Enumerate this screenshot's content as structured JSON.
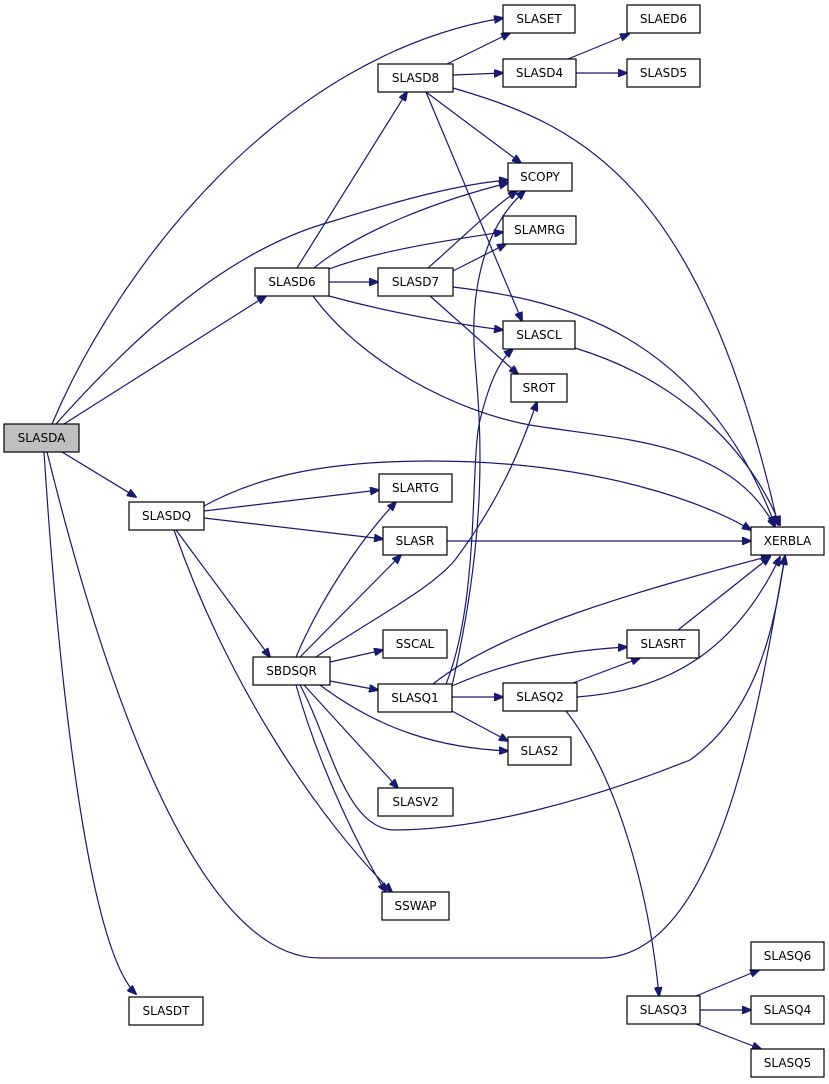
{
  "nodes": [
    {
      "id": "SLASDA",
      "label": "SLASDA",
      "root": true
    },
    {
      "id": "SLASET",
      "label": "SLASET"
    },
    {
      "id": "SLAED6",
      "label": "SLAED6"
    },
    {
      "id": "SLASD8",
      "label": "SLASD8"
    },
    {
      "id": "SLASD4",
      "label": "SLASD4"
    },
    {
      "id": "SLASD5",
      "label": "SLASD5"
    },
    {
      "id": "SCOPY",
      "label": "SCOPY"
    },
    {
      "id": "SLAMRG",
      "label": "SLAMRG"
    },
    {
      "id": "SLASD6",
      "label": "SLASD6"
    },
    {
      "id": "SLASD7",
      "label": "SLASD7"
    },
    {
      "id": "SLASCL",
      "label": "SLASCL"
    },
    {
      "id": "SROT",
      "label": "SROT"
    },
    {
      "id": "SLARTG",
      "label": "SLARTG"
    },
    {
      "id": "SLASDQ",
      "label": "SLASDQ"
    },
    {
      "id": "XERBLA",
      "label": "XERBLA"
    },
    {
      "id": "SLASR",
      "label": "SLASR"
    },
    {
      "id": "SSCAL",
      "label": "SSCAL"
    },
    {
      "id": "SLASRT",
      "label": "SLASRT"
    },
    {
      "id": "SBDSQR",
      "label": "SBDSQR"
    },
    {
      "id": "SLASQ1",
      "label": "SLASQ1"
    },
    {
      "id": "SLASQ2",
      "label": "SLASQ2"
    },
    {
      "id": "SLAS2",
      "label": "SLAS2"
    },
    {
      "id": "SLASV2",
      "label": "SLASV2"
    },
    {
      "id": "SSWAP",
      "label": "SSWAP"
    },
    {
      "id": "SLASQ6",
      "label": "SLASQ6"
    },
    {
      "id": "SLASDT",
      "label": "SLASDT"
    },
    {
      "id": "SLASQ3",
      "label": "SLASQ3"
    },
    {
      "id": "SLASQ4",
      "label": "SLASQ4"
    },
    {
      "id": "SLASQ5",
      "label": "SLASQ5"
    }
  ],
  "edges": [
    {
      "from": "SLASDA",
      "to": "SLASET"
    },
    {
      "from": "SLASDA",
      "to": "SCOPY"
    },
    {
      "from": "SLASDA",
      "to": "SLASD6"
    },
    {
      "from": "SLASDA",
      "to": "SLASDQ"
    },
    {
      "from": "SLASDA",
      "to": "XERBLA"
    },
    {
      "from": "SLASDA",
      "to": "SLASDT"
    },
    {
      "from": "SLASD8",
      "to": "SLASET"
    },
    {
      "from": "SLASD8",
      "to": "SLASD4"
    },
    {
      "from": "SLASD8",
      "to": "SCOPY"
    },
    {
      "from": "SLASD8",
      "to": "SLASCL"
    },
    {
      "from": "SLASD8",
      "to": "XERBLA"
    },
    {
      "from": "SLASD4",
      "to": "SLAED6"
    },
    {
      "from": "SLASD4",
      "to": "SLASD5"
    },
    {
      "from": "SLASD6",
      "to": "SLASD8"
    },
    {
      "from": "SLASD6",
      "to": "SCOPY"
    },
    {
      "from": "SLASD6",
      "to": "SLAMRG"
    },
    {
      "from": "SLASD6",
      "to": "SLASD7"
    },
    {
      "from": "SLASD6",
      "to": "SLASCL"
    },
    {
      "from": "SLASD6",
      "to": "XERBLA"
    },
    {
      "from": "SLASD7",
      "to": "SCOPY"
    },
    {
      "from": "SLASD7",
      "to": "SLAMRG"
    },
    {
      "from": "SLASD7",
      "to": "SROT"
    },
    {
      "from": "SLASD7",
      "to": "XERBLA"
    },
    {
      "from": "SLASCL",
      "to": "XERBLA"
    },
    {
      "from": "SLASDQ",
      "to": "XERBLA"
    },
    {
      "from": "SLASDQ",
      "to": "SLARTG"
    },
    {
      "from": "SLASDQ",
      "to": "SLASR"
    },
    {
      "from": "SLASDQ",
      "to": "SBDSQR"
    },
    {
      "from": "SLASDQ",
      "to": "SSWAP"
    },
    {
      "from": "SLASR",
      "to": "XERBLA"
    },
    {
      "from": "SBDSQR",
      "to": "SLARTG"
    },
    {
      "from": "SBDSQR",
      "to": "SLASR"
    },
    {
      "from": "SBDSQR",
      "to": "SROT"
    },
    {
      "from": "SBDSQR",
      "to": "SSCAL"
    },
    {
      "from": "SBDSQR",
      "to": "SLASQ1"
    },
    {
      "from": "SBDSQR",
      "to": "SLAS2"
    },
    {
      "from": "SBDSQR",
      "to": "SLASV2"
    },
    {
      "from": "SBDSQR",
      "to": "SSWAP"
    },
    {
      "from": "SBDSQR",
      "to": "XERBLA"
    },
    {
      "from": "SLASQ1",
      "to": "SCOPY"
    },
    {
      "from": "SLASQ1",
      "to": "SLASCL"
    },
    {
      "from": "SLASQ1",
      "to": "SLASRT"
    },
    {
      "from": "SLASQ1",
      "to": "XERBLA"
    },
    {
      "from": "SLASQ1",
      "to": "SLASQ2"
    },
    {
      "from": "SLASQ1",
      "to": "SLAS2"
    },
    {
      "from": "SLASQ2",
      "to": "SLASRT"
    },
    {
      "from": "SLASQ2",
      "to": "XERBLA"
    },
    {
      "from": "SLASQ2",
      "to": "SLASQ3"
    },
    {
      "from": "SLASRT",
      "to": "XERBLA"
    },
    {
      "from": "SLASQ3",
      "to": "SLASQ6"
    },
    {
      "from": "SLASQ3",
      "to": "SLASQ4"
    },
    {
      "from": "SLASQ3",
      "to": "SLASQ5"
    }
  ]
}
